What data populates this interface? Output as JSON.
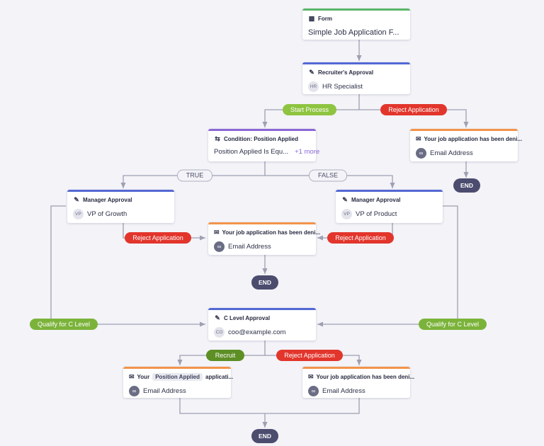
{
  "colors": {
    "line": "#9ea0b2",
    "approval_accent": "#5468d4",
    "form_accent": "#5bb56a",
    "email_accent": "#f2934b",
    "condition_accent": "#8a67d6",
    "green_label": "#8ec440",
    "dark_green_label": "#5d8f25",
    "red_label": "#e2352c",
    "end_badge": "#4b4c6e"
  },
  "nodes": {
    "form": {
      "icon": "document-icon",
      "title": "Form",
      "body": "Simple Job Application F..."
    },
    "recruiter": {
      "icon": "approval-icon",
      "title": "Recruiter's Approval",
      "avatar": "HR",
      "body": "HR Specialist"
    },
    "condition": {
      "icon": "condition-icon",
      "title": "Condition: Position Applied",
      "body": "Position Applied Is Equ...",
      "more": "+1 more"
    },
    "email_rejected_top": {
      "icon": "mail-icon",
      "title": "Your job application has been deni...",
      "body": "Email Address"
    },
    "manager_growth": {
      "icon": "approval-icon",
      "title": "Manager Approval",
      "avatar": "VP",
      "body": "VP of Growth"
    },
    "manager_product": {
      "icon": "approval-icon",
      "title": "Manager Approval",
      "avatar": "VP",
      "body": "VP of Product"
    },
    "email_rejected_mid": {
      "icon": "mail-icon",
      "title": "Your job application has been deni...",
      "body": "Email Address"
    },
    "c_level": {
      "icon": "approval-icon",
      "title": "C Level Approval",
      "avatar": "CO",
      "body": "coo@example.com"
    },
    "email_recruit": {
      "icon": "mail-icon",
      "title_prefix": "Your",
      "title_tag": "Position Applied",
      "title_suffix": "applicati...",
      "body": "Email Address"
    },
    "email_rejected_bottom": {
      "icon": "mail-icon",
      "title": "Your job application has been deni...",
      "body": "Email Address"
    }
  },
  "labels": {
    "start_process": "Start Process",
    "reject_recruiter": "Reject Application",
    "true_branch": "TRUE",
    "false_branch": "FALSE",
    "reject_growth": "Reject Application",
    "reject_product": "Reject Application",
    "qualify_left": "Qualify for C Level",
    "qualify_right": "Qualify for C Level",
    "recruit": "Recruit",
    "reject_c_level": "Reject Application"
  },
  "ends": {
    "end_top_right": "END",
    "end_middle": "END",
    "end_bottom": "END"
  }
}
